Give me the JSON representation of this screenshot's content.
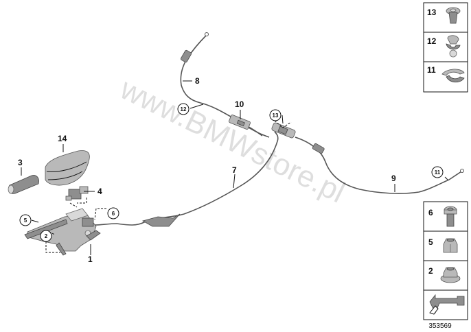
{
  "watermark": "www.BMWstore.pl",
  "drawing_number": "353569",
  "callouts": {
    "c1": "1",
    "c2": "2",
    "c3": "3",
    "c4": "4",
    "c5": "5",
    "c6": "6",
    "c7": "7",
    "c8": "8",
    "c9": "9",
    "c10": "10",
    "c11": "11",
    "c12": "12",
    "c13": "13",
    "c14": "14"
  },
  "side_panel": [
    {
      "number": "13",
      "part": "expanding-rivet"
    },
    {
      "number": "12",
      "part": "cable-clip"
    },
    {
      "number": "11",
      "part": "retaining-clip"
    },
    {
      "number": "6",
      "part": "hex-bolt"
    },
    {
      "number": "5",
      "part": "hex-nut"
    },
    {
      "number": "2",
      "part": "flange-nut"
    }
  ],
  "colors": {
    "line": "#111111",
    "part_fill": "#b9b9b9",
    "part_dark": "#8e8e8e",
    "cable": "#555555"
  }
}
